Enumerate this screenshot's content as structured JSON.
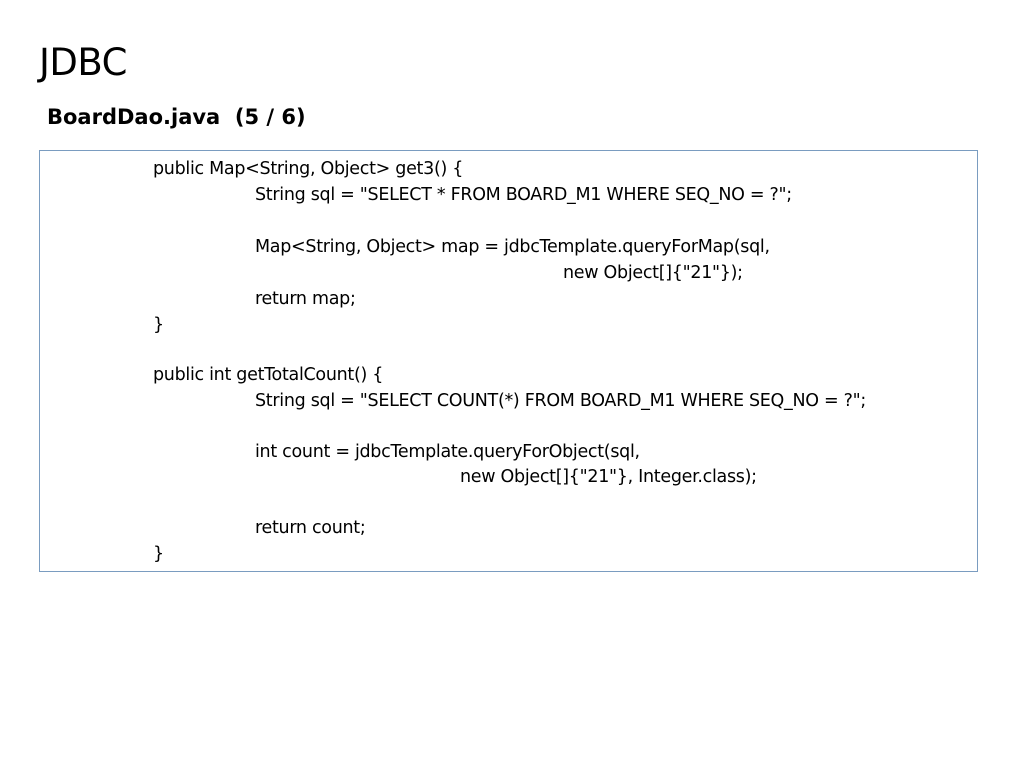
{
  "slide": {
    "title": "JDBC",
    "subtitle": "BoardDao.java  (5 / 6)"
  },
  "code": {
    "lines": [
      {
        "text": "public Map<String, Object> get3() {",
        "indent": 0
      },
      {
        "text": "String sql = \"SELECT * FROM BOARD_M1 WHERE SEQ_NO = ?\";",
        "indent": 1
      },
      {
        "text": "",
        "indent": 0
      },
      {
        "text": "Map<String, Object> map = jdbcTemplate.queryForMap(sql,",
        "indent": 1
      },
      {
        "text": "new Object[]{\"21\"});",
        "indent": 4
      },
      {
        "text": "return map;",
        "indent": 1
      },
      {
        "text": "}",
        "indent": 0
      },
      {
        "text": "",
        "indent": 0
      },
      {
        "text": "public int getTotalCount() {",
        "indent": 0
      },
      {
        "text": "String sql = \"SELECT COUNT(*) FROM BOARD_M1 WHERE SEQ_NO = ?\";",
        "indent": 1
      },
      {
        "text": "",
        "indent": 0
      },
      {
        "text": "int count = jdbcTemplate.queryForObject(sql,",
        "indent": 1
      },
      {
        "text": "new Object[]{\"21\"}, Integer.class);",
        "indent": 3
      },
      {
        "text": "",
        "indent": 0
      },
      {
        "text": "return count;",
        "indent": 1
      },
      {
        "text": "}",
        "indent": 0
      }
    ]
  },
  "colors": {
    "code_border": "#7a9cc0",
    "text": "#000000",
    "background": "#ffffff"
  }
}
